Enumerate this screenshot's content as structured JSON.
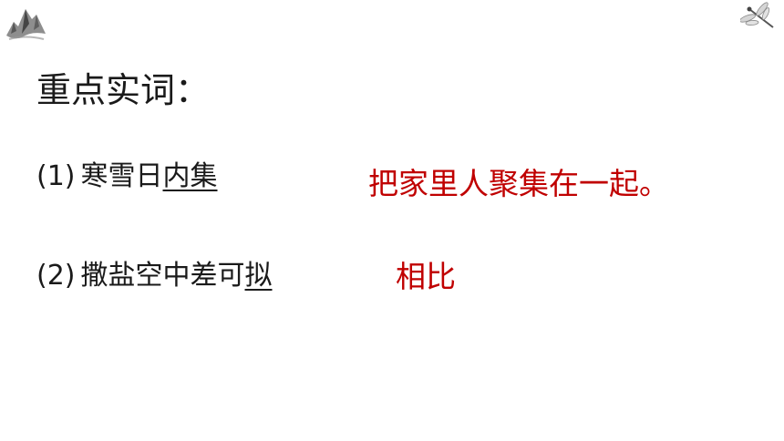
{
  "decorations": {
    "top_left": "ink-landscape-icon",
    "top_right": "dragonfly-icon"
  },
  "title": "重点实词：",
  "items": [
    {
      "number": "(1)",
      "text_plain": "寒雪日",
      "text_underlined": "内集",
      "answer": "把家里人聚集在一起。"
    },
    {
      "number": "(2)",
      "text_plain": "撒盐空中差可",
      "text_underlined": "拟",
      "answer": "相比"
    }
  ],
  "colors": {
    "text": "#1a1a1a",
    "answer": "#c00000"
  }
}
